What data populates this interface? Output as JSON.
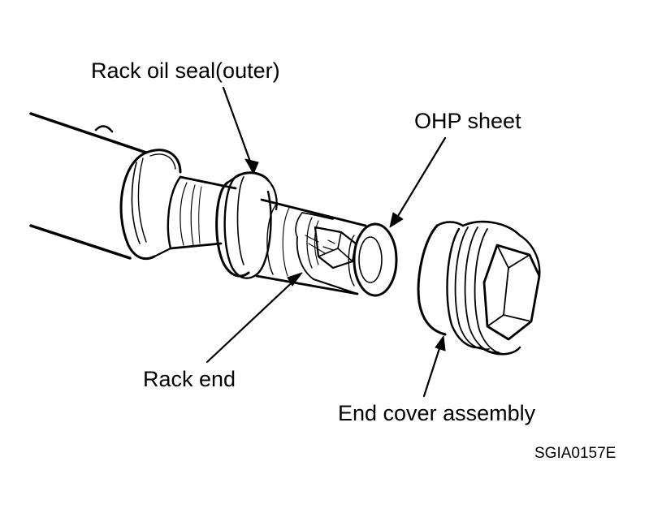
{
  "labels": {
    "rack_oil_seal": "Rack oil seal(outer)",
    "ohp_sheet": "OHP sheet",
    "rack_end": "Rack end",
    "end_cover": "End cover assembly"
  },
  "figure_code": "SGIA0157E",
  "colors": {
    "ink": "#000000",
    "paper": "#ffffff"
  }
}
